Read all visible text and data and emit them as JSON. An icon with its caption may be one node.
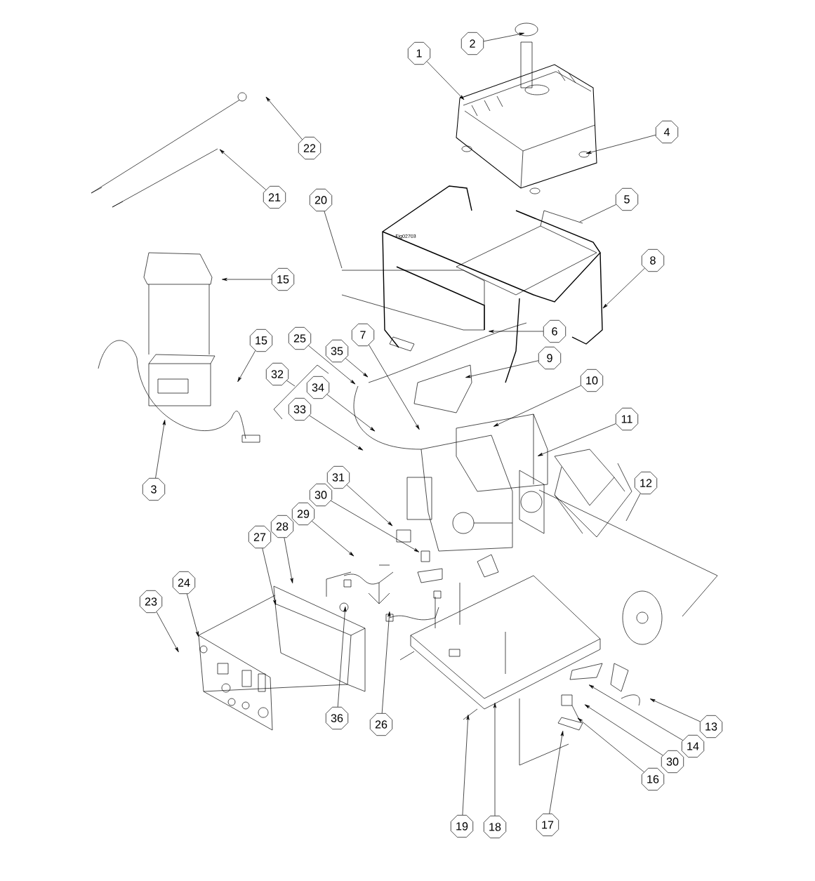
{
  "diagram": {
    "nodes": [
      {
        "text": [
          "1"
        ]
      },
      {
        "text": [
          "2"
        ]
      },
      {
        "text": [
          "4"
        ]
      },
      {
        "text": [
          "22"
        ]
      },
      {
        "text": [
          "5"
        ]
      },
      {
        "text": [
          "21"
        ]
      },
      {
        "text": [
          "20"
        ]
      },
      {
        "text": [
          "8"
        ]
      },
      {
        "text": [
          "15"
        ]
      },
      {
        "text": [
          "15"
        ]
      },
      {
        "text": [
          "6"
        ]
      },
      {
        "text": [
          "25"
        ]
      },
      {
        "text": [
          "7"
        ]
      },
      {
        "text": [
          "35"
        ]
      },
      {
        "text": [
          "9"
        ]
      },
      {
        "text": [
          "32"
        ]
      },
      {
        "text": [
          "10"
        ]
      },
      {
        "text": [
          "34"
        ]
      },
      {
        "text": [
          "33"
        ]
      },
      {
        "text": [
          "11"
        ]
      },
      {
        "text": [
          "3"
        ]
      },
      {
        "text": [
          "12"
        ]
      },
      {
        "text": [
          "31"
        ]
      },
      {
        "text": [
          "30"
        ]
      },
      {
        "text": [
          "29"
        ]
      },
      {
        "text": [
          "28"
        ]
      },
      {
        "text": [
          "27"
        ]
      },
      {
        "text": [
          "24"
        ]
      },
      {
        "text": [
          "23"
        ]
      },
      {
        "text": [
          "36"
        ]
      },
      {
        "text": [
          "26"
        ]
      },
      {
        "text": [
          "13"
        ]
      },
      {
        "text": [
          "14"
        ]
      },
      {
        "text": [
          "30"
        ]
      },
      {
        "text": [
          "16"
        ]
      },
      {
        "text": [
          "17"
        ]
      },
      {
        "text": [
          "18"
        ]
      },
      {
        "text": [
          "19"
        ]
      }
    ],
    "edges": [
      {
        "from": 0,
        "to": null,
        "arrow": "to"
      },
      {
        "from": 1,
        "to": null,
        "arrow": "to"
      },
      {
        "from": 2,
        "to": null,
        "arrow": "to"
      },
      {
        "from": 3,
        "to": null,
        "arrow": "to"
      },
      {
        "from": 4,
        "to": null,
        "arrow": "none"
      },
      {
        "from": 5,
        "to": null,
        "arrow": "to"
      },
      {
        "from": 6,
        "to": null,
        "arrow": "none"
      },
      {
        "from": 7,
        "to": null,
        "arrow": "to"
      },
      {
        "from": 8,
        "to": null,
        "arrow": "to"
      },
      {
        "from": 9,
        "to": null,
        "arrow": "to"
      },
      {
        "from": 10,
        "to": null,
        "arrow": "to"
      },
      {
        "from": 11,
        "to": null,
        "arrow": "to"
      },
      {
        "from": 12,
        "to": null,
        "arrow": "to"
      },
      {
        "from": 13,
        "to": null,
        "arrow": "to"
      },
      {
        "from": 14,
        "to": null,
        "arrow": "to"
      },
      {
        "from": 15,
        "to": null,
        "arrow": "none"
      },
      {
        "from": 16,
        "to": null,
        "arrow": "to"
      },
      {
        "from": 17,
        "to": null,
        "arrow": "to"
      },
      {
        "from": 18,
        "to": null,
        "arrow": "to"
      },
      {
        "from": 19,
        "to": null,
        "arrow": "to"
      },
      {
        "from": 20,
        "to": null,
        "arrow": "to"
      },
      {
        "from": 21,
        "to": null,
        "arrow": "none"
      },
      {
        "from": 22,
        "to": null,
        "arrow": "to"
      },
      {
        "from": 23,
        "to": null,
        "arrow": "to"
      },
      {
        "from": 24,
        "to": null,
        "arrow": "to"
      },
      {
        "from": 25,
        "to": null,
        "arrow": "to"
      },
      {
        "from": 26,
        "to": null,
        "arrow": "to"
      },
      {
        "from": 27,
        "to": null,
        "arrow": "to"
      },
      {
        "from": 28,
        "to": null,
        "arrow": "to"
      },
      {
        "from": 29,
        "to": null,
        "arrow": "to"
      },
      {
        "from": 30,
        "to": null,
        "arrow": "to"
      },
      {
        "from": 31,
        "to": null,
        "arrow": "to"
      },
      {
        "from": 32,
        "to": null,
        "arrow": "to"
      },
      {
        "from": 33,
        "to": null,
        "arrow": "to"
      },
      {
        "from": 34,
        "to": null,
        "arrow": "to"
      },
      {
        "from": 35,
        "to": null,
        "arrow": "to"
      },
      {
        "from": 36,
        "to": null,
        "arrow": "to"
      },
      {
        "from": 37,
        "to": null,
        "arrow": "to"
      }
    ],
    "labels": [
      "Fig02703"
    ]
  }
}
